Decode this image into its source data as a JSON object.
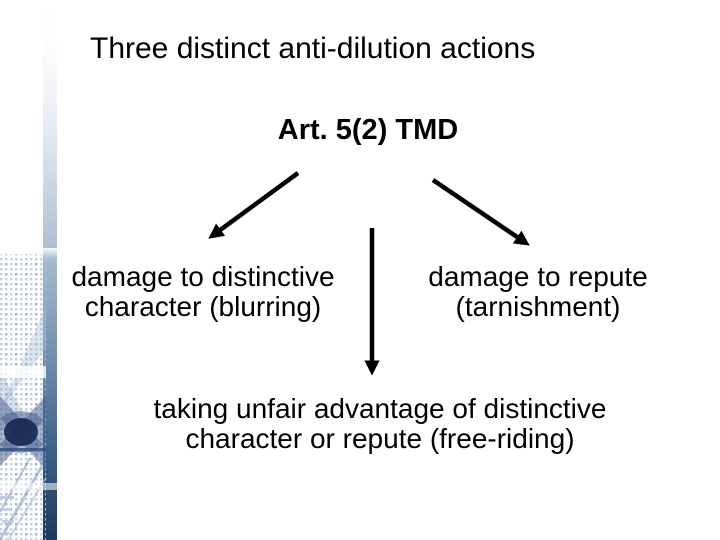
{
  "slide": {
    "title": "Three distinct anti-dilution actions",
    "diagram": {
      "root_label": "Art. 5(2) TMD",
      "nodes": [
        {
          "id": "blurring",
          "line1": "damage to distinctive",
          "line2": "character (blurring)"
        },
        {
          "id": "tarnishment",
          "line1": "damage to repute",
          "line2": "(tarnishment)"
        },
        {
          "id": "free_riding",
          "line1": "taking unfair advantage of distinctive",
          "line2": "character or repute (free-riding)"
        }
      ]
    },
    "colors": {
      "text": "#000000",
      "arrow": "#000000",
      "sidebar_navy": "#1d3a5c",
      "decoration_blue": "#b9c8de"
    }
  }
}
